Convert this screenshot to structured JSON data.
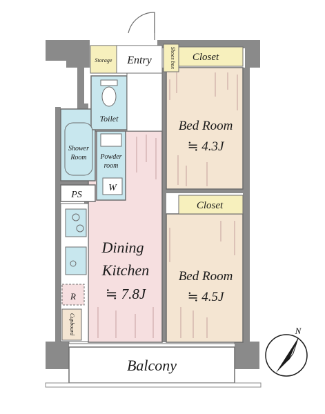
{
  "rooms": {
    "entry": "Entry",
    "storage": "Storage",
    "shoes_box": "Shoes box",
    "toilet": "Toilet",
    "shower_room_line1": "Shower",
    "shower_room_line2": "Room",
    "powder_room_line1": "Powder",
    "powder_room_line2": "room",
    "washer": "W",
    "ps": "PS",
    "refrigerator": "R",
    "cupboard": "Cupboard",
    "dining_kitchen_line1": "Dining",
    "dining_kitchen_line2": "Kitchen",
    "dining_kitchen_size": "≒ 7.8J",
    "bedroom1_name": "Bed Room",
    "bedroom1_size": "≒ 4.3J",
    "bedroom2_name": "Bed Room",
    "bedroom2_size": "≒ 4.5J",
    "closet1": "Closet",
    "closet2": "Closet",
    "balcony": "Balcony"
  },
  "compass": {
    "label": "N"
  },
  "colors": {
    "wall": "#8a8a8a",
    "wall_dark": "#6d6d6d",
    "bedroom": "#f4e5d2",
    "dining_kitchen": "#f6dfe0",
    "bath": "#c8e7ee",
    "closet": "#f7f0bd",
    "floor_white": "#ffffff",
    "outline": "#5a5a5a"
  }
}
